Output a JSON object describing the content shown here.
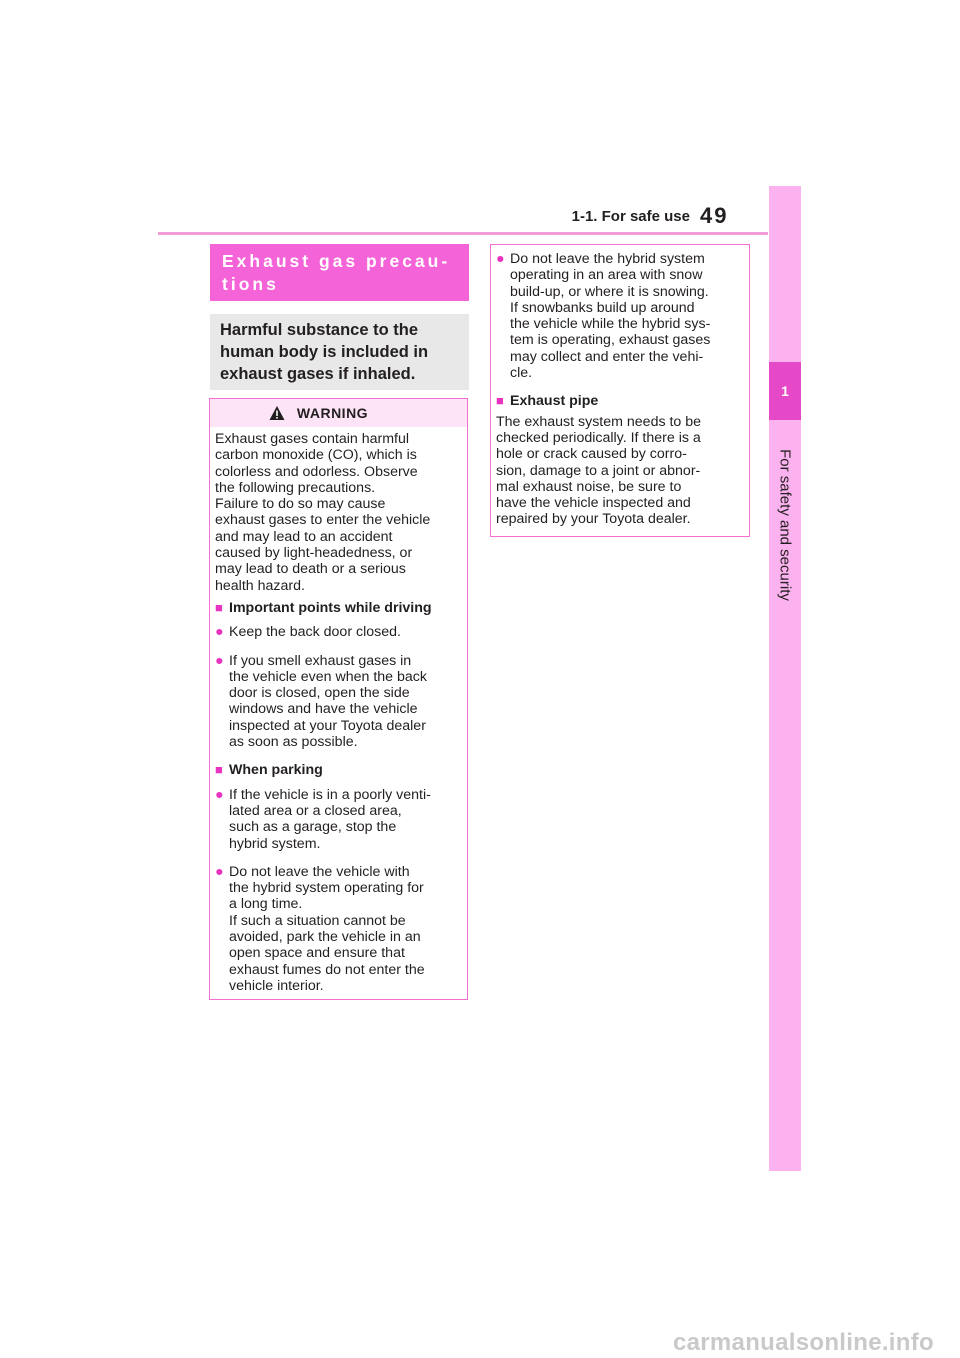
{
  "header": {
    "section": "1-1. For safe use",
    "page_number": "49"
  },
  "side_tab": {
    "chapter_number": "1",
    "chapter_title": "For safety and security"
  },
  "section_title": "Exhaust gas precau-\ntions",
  "summary": "Harmful substance to the human body is included in exhaust gases if inhaled.",
  "warning": {
    "label": "WARNING",
    "intro": "Exhaust gases contain harmful\ncarbon monoxide (CO), which is\ncolorless and odorless. Observe\nthe following precautions.\nFailure to do so may cause\nexhaust gases to enter the vehicle\nand may lead to an accident\ncaused by light-headedness, or\nmay lead to death or a serious\nhealth hazard.",
    "heading_driving": "Important points while driving",
    "driving_1": "Keep the back door closed.",
    "driving_2": "If you smell exhaust gases in\nthe vehicle even when the back\ndoor is closed, open the side\nwindows and have the vehicle\ninspected at your Toyota dealer\nas soon as possible.",
    "heading_parking": "When parking",
    "parking_1": "If the vehicle is in a poorly venti-\nlated area or a closed area,\nsuch as a garage, stop the\nhybrid system.",
    "parking_2": "Do not leave the vehicle with\nthe hybrid system operating for\na long time.\nIf such a situation cannot be\navoided, park the vehicle in an\nopen space and ensure that\nexhaust fumes do not enter the\nvehicle interior."
  },
  "continued": {
    "parking_3": "Do not leave the hybrid system\noperating in an area with snow\nbuild-up, or where it is snowing.\nIf snowbanks build up around\nthe vehicle while the hybrid sys-\ntem is operating, exhaust gases\nmay collect and enter the vehi-\ncle.",
    "heading_pipe": "Exhaust pipe",
    "pipe_text": "The exhaust system needs to be\nchecked periodically. If there is a\nhole or crack caused by corro-\nsion, damage to a joint or abnor-\nmal exhaust noise, be sure to\nhave the vehicle inspected and\nrepaired by your Toyota dealer."
  },
  "marks": {
    "square": "■",
    "circle": "●"
  },
  "watermark": "carmanualsonline.info",
  "colors": {
    "accent": "#f563d8",
    "side_tab": "#fbb2ee",
    "chapter_box": "#e549c8",
    "summary_bg": "#e8e8e8",
    "warning_header_bg": "#fde4f6"
  },
  "icons": {
    "warning": "warning-triangle-icon"
  }
}
